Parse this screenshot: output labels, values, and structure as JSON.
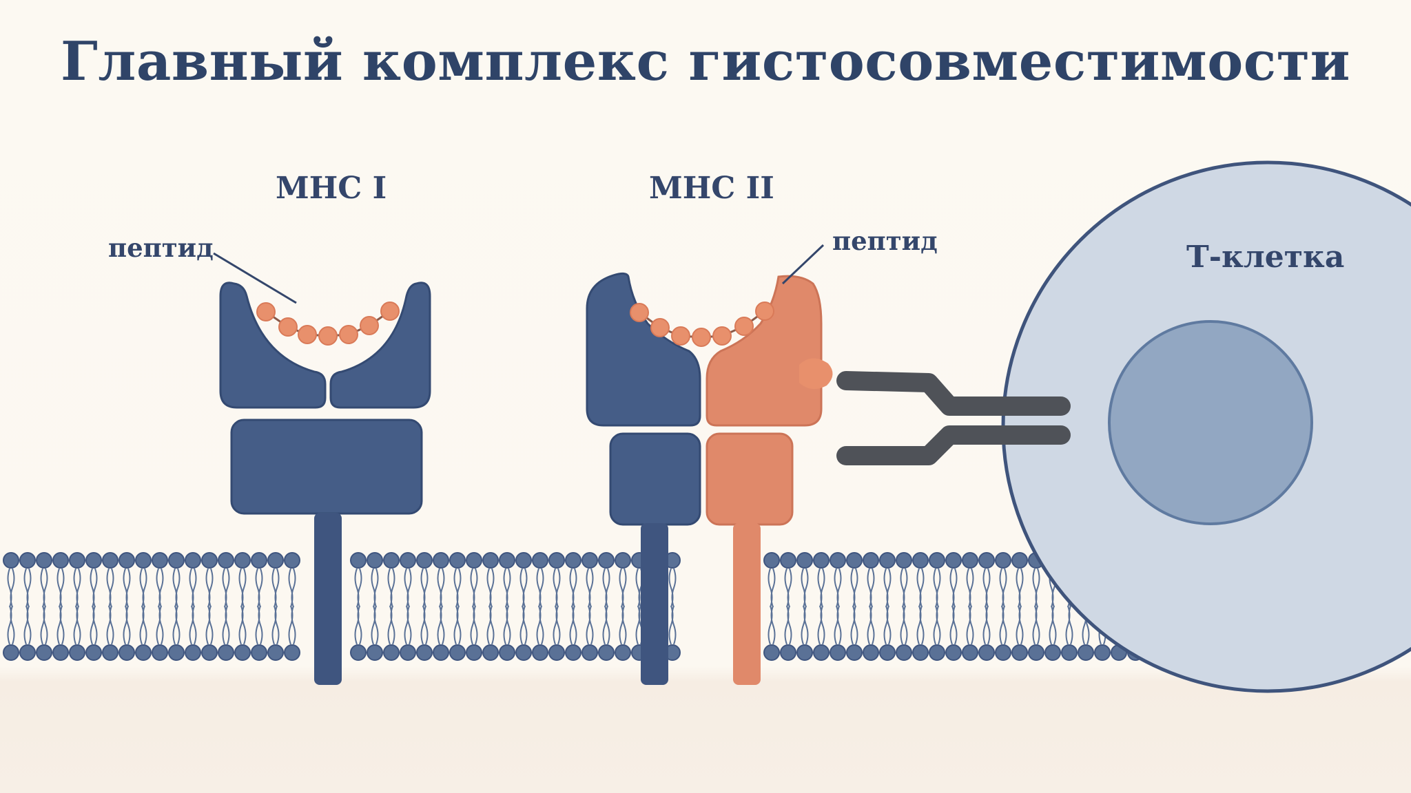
{
  "title": "Главный комплекс гистосовместимости",
  "labels": {
    "mhc1": "MHC I",
    "mhc2": "MHC II",
    "peptide1": "пептид",
    "peptide2": "пептид",
    "tcell": "Т-клетка"
  },
  "colors": {
    "background": "#fcf8f1",
    "mhc_blue": "#455d87",
    "mhc_orange": "#e0896a",
    "peptide": "#e8906c",
    "membrane_head": "#5a7196",
    "receptor": "#4f5258",
    "tcell_body": "#cfd8e4",
    "tcell_nucleus": "#92a7c2",
    "text": "#34466b"
  }
}
